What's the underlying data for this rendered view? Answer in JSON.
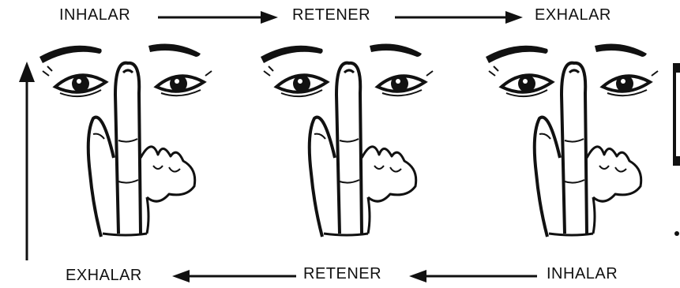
{
  "top_row": {
    "step1": "INHALAR",
    "step2": "RETENER",
    "step3": "EXHALAR"
  },
  "bottom_row": {
    "step1": "INHALAR",
    "step2": "RETENER",
    "step3": "EXHALAR"
  },
  "colors": {
    "ink": "#111111",
    "background": "#ffffff"
  },
  "icons": [
    "face-hand-nostril-icon",
    "arrow-right-icon",
    "arrow-left-icon",
    "arrow-up-icon"
  ]
}
